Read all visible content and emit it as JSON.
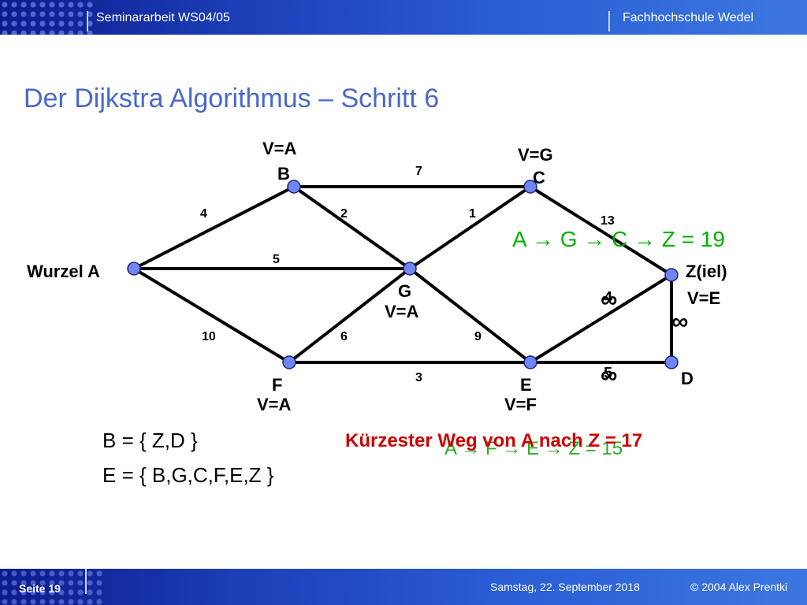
{
  "header": {
    "left": "Seminararbeit WS04/05",
    "right": "Fachhochschule Wedel"
  },
  "title": "Der Dijkstra Algorithmus – Schritt 6",
  "footer": {
    "page": "Seite 19",
    "date": "Samstag, 22. September 2018",
    "copyright": "© 2004 Alex Prentki"
  },
  "graph": {
    "nodes": [
      {
        "id": "A",
        "label": "Wurzel A",
        "pred": ""
      },
      {
        "id": "B",
        "label": "B",
        "pred": "V=A"
      },
      {
        "id": "C",
        "label": "C",
        "pred": "V=G"
      },
      {
        "id": "G",
        "label": "G",
        "pred": "V=A"
      },
      {
        "id": "Z",
        "label": "Z(iel)",
        "pred": "V=E"
      },
      {
        "id": "F",
        "label": "F",
        "pred": "V=A"
      },
      {
        "id": "E",
        "label": "E",
        "pred": "V=F"
      },
      {
        "id": "D",
        "label": "D",
        "pred": ""
      }
    ],
    "edges": [
      {
        "from": "A",
        "to": "B",
        "weight": "4"
      },
      {
        "from": "A",
        "to": "G",
        "weight": "5"
      },
      {
        "from": "A",
        "to": "F",
        "weight": "10"
      },
      {
        "from": "B",
        "to": "C",
        "weight": "7"
      },
      {
        "from": "B",
        "to": "G",
        "weight": "2"
      },
      {
        "from": "G",
        "to": "C",
        "weight": "1"
      },
      {
        "from": "C",
        "to": "Z",
        "weight": "13"
      },
      {
        "from": "G",
        "to": "F",
        "weight": "6"
      },
      {
        "from": "G",
        "to": "E",
        "weight": "9"
      },
      {
        "from": "F",
        "to": "E",
        "weight": "3"
      },
      {
        "from": "E",
        "to": "Z",
        "weight": "4"
      },
      {
        "from": "E",
        "to": "D",
        "weight": "5"
      },
      {
        "from": "Z",
        "to": "D",
        "weight": ""
      }
    ],
    "infinity_marks": [
      "∞",
      "∞",
      "∞"
    ],
    "node_color": "#6f86f0",
    "edge_color": "#000000"
  },
  "sets": {
    "b_line": "B = { Z,D }",
    "e_line": "E = { B,G,C,F,E,Z }"
  },
  "result": "Kürzester Weg von A nach Z = 17",
  "paths": {
    "over_result": "A → F → E → Z = 15",
    "near_z": "A → G → C → Z = 19"
  }
}
